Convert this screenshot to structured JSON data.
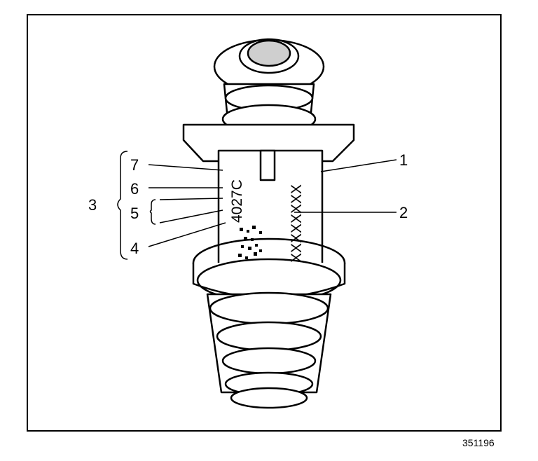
{
  "callouts": {
    "c1": "1",
    "c2": "2",
    "c3": "3",
    "c4": "4",
    "c5": "5",
    "c6": "6",
    "c7": "7"
  },
  "stamp": {
    "part_code": "4027C",
    "serial": "XXXXXXXX"
  },
  "figure_id": "351196",
  "colors": {
    "line": "#000000",
    "fill": "#ffffff",
    "shade": "#cfcfcf"
  }
}
